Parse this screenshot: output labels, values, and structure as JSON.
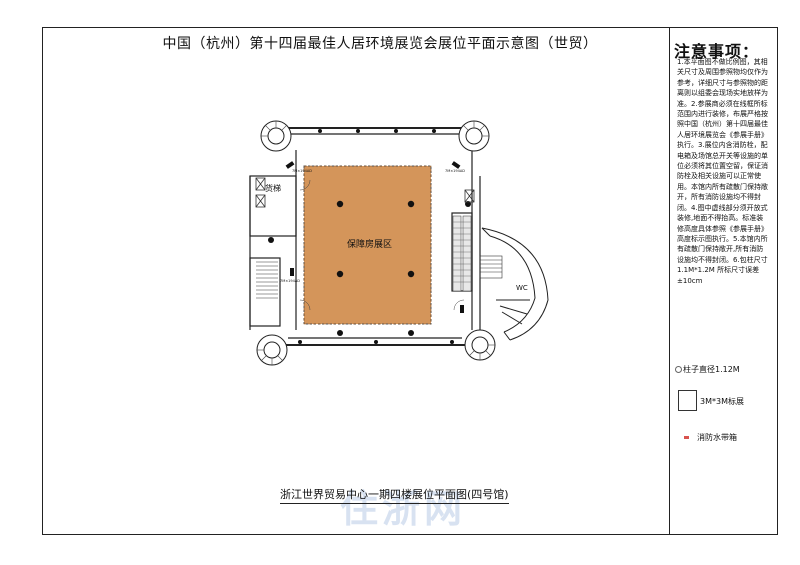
{
  "title": "中国（杭州）第十四届最佳人居环境展览会展位平面示意图（世贸）",
  "footer": "浙江世界贸易中心一期四楼展位平面图(四号馆)",
  "watermark": "住浙网",
  "plan": {
    "area_label": "保障房展区",
    "cargo_lift_label": "货梯",
    "wc_label": "WC",
    "area_color": "#d4955a"
  },
  "notes": {
    "heading": "注意事项：",
    "body": "1.本平面图不做比例图，其相关尺寸及周围参照物均仅作为参考，详细尺寸与参照物的距离则以组委会现场实地放样为准。2.参展商必须在线框所标范围内进行装修，布展严格按照中国（杭州）第十四届最佳人居环境展览会《参展手册》执行。3.展位内含消防栓，配电箱及场馆总开关等设施的单位必须将其位置空留，保证消防栓及相关设施可以正常使用。本馆内所有疏散门保持敞开，所有消防设施均不得封闭。4.图中虚线部分须开放式装修,地面不得抬高。标准装修高度具体参照《参展手册》高度标示图执行。5.本馆内所有疏散门保持敞开,所有消防设施均不得封闭。6.包柱尺寸1.1M*1.2M 所标尺寸误差±10cm"
  },
  "legend": {
    "column": "柱子直径1.12M",
    "booth": "3M*3M标展",
    "fire_box": "消防水带箱"
  }
}
